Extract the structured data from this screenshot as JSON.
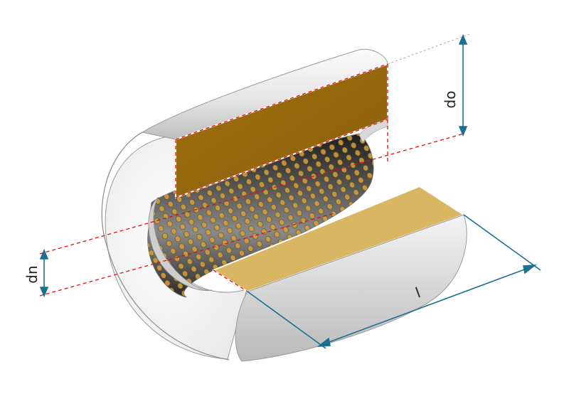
{
  "diagram": {
    "labels": {
      "outer": "do",
      "inner": "dn",
      "length": "l"
    },
    "colors": {
      "dimension_line": "#1b6f8f",
      "guide_dash": "#e01010",
      "cut_face": "#9a6d12",
      "bottom_cut_face": "#d9b662",
      "shell": "#e9e9e9",
      "hole_fill": "#d2a23a"
    }
  }
}
